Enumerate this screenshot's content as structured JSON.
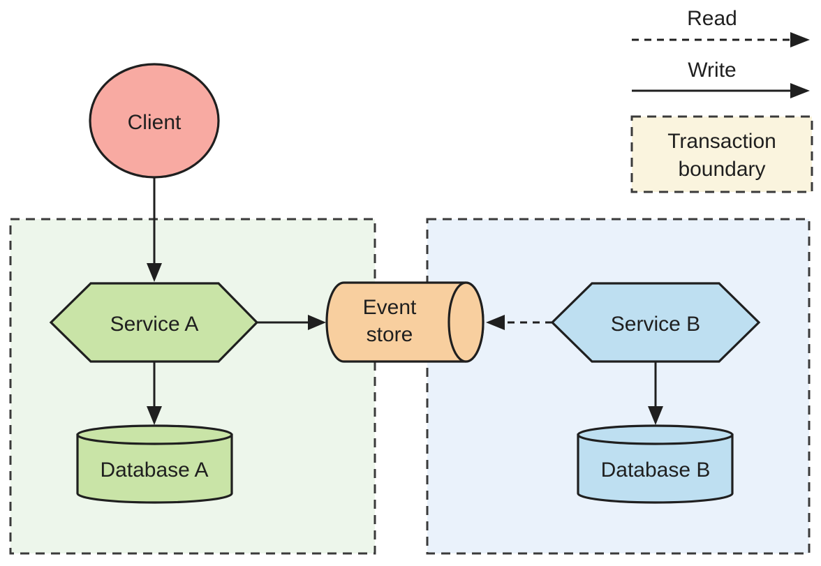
{
  "diagram": {
    "type": "event-sourcing-architecture",
    "background": "#ffffff",
    "outline_color": "#1f1f1f",
    "boundary_stroke_color": "#3a3a3a"
  },
  "nodes": {
    "client": {
      "label": "Client",
      "shape": "circle",
      "fill": "#f8aaa2"
    },
    "service_a": {
      "label": "Service A",
      "shape": "hexagon",
      "fill": "#c9e4a7"
    },
    "service_b": {
      "label": "Service B",
      "shape": "hexagon",
      "fill": "#bedff1"
    },
    "event_store": {
      "label": "Event store",
      "label_line1": "Event",
      "label_line2": "store",
      "shape": "horizontal-cylinder",
      "fill": "#f8cf9f"
    },
    "database_a": {
      "label": "Database A",
      "shape": "database-cylinder",
      "fill": "#c9e4a7"
    },
    "database_b": {
      "label": "Database B",
      "shape": "database-cylinder",
      "fill": "#bedff1"
    }
  },
  "boundaries": {
    "service_a": {
      "name": "transaction-boundary-a",
      "fill": "#edf6eb"
    },
    "service_b": {
      "name": "transaction-boundary-b",
      "fill": "#eaf2fb"
    }
  },
  "edges": [
    {
      "from": "Client",
      "to": "Service A",
      "type": "write",
      "style": "solid"
    },
    {
      "from": "Service A",
      "to": "Event store",
      "type": "write",
      "style": "solid"
    },
    {
      "from": "Service B",
      "to": "Event store",
      "type": "read",
      "style": "dashed"
    },
    {
      "from": "Service A",
      "to": "Database A",
      "type": "write",
      "style": "solid"
    },
    {
      "from": "Service B",
      "to": "Database B",
      "type": "write",
      "style": "solid"
    }
  ],
  "legend": {
    "read_label": "Read",
    "write_label": "Write",
    "transaction_label": "Transaction boundary",
    "transaction_line1": "Transaction",
    "transaction_line2": "boundary",
    "transaction_fill": "#faf4de"
  }
}
